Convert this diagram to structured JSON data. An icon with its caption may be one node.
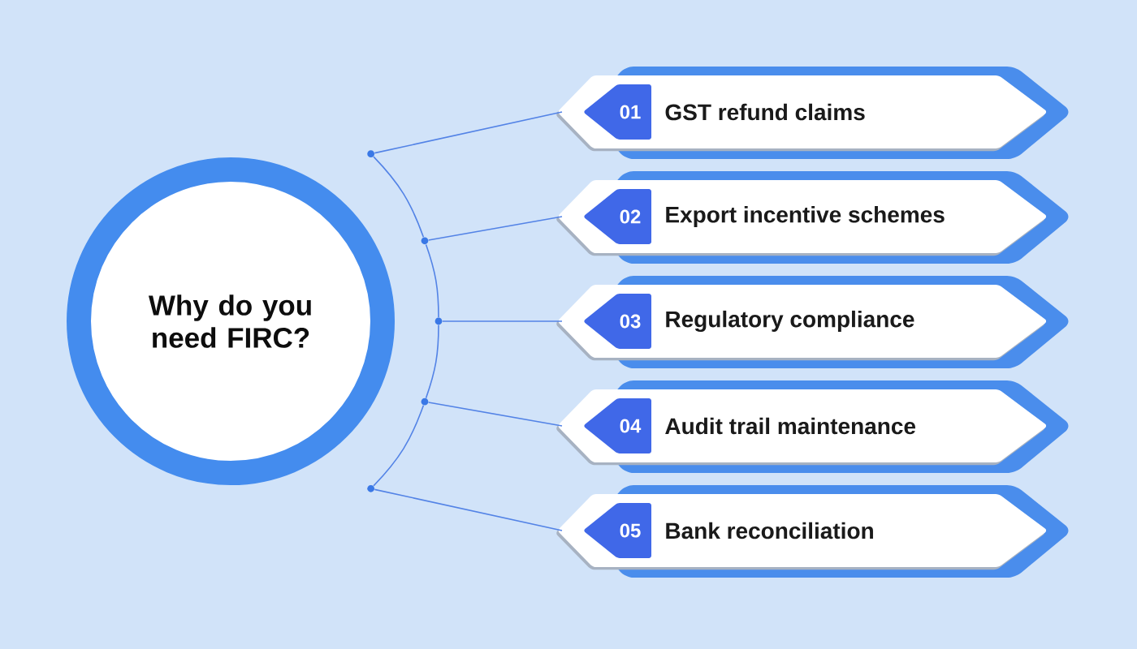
{
  "diagram": {
    "nodes": [
      {
        "text": [
          "Why do you need FIRC?"
        ]
      },
      {
        "text": [],
        "shape": "circle"
      },
      {
        "text": [],
        "shape": "circle"
      },
      {
        "text": [],
        "shape": "circle"
      },
      {
        "text": [],
        "shape": "circle"
      },
      {
        "text": [],
        "shape": "circle"
      },
      {
        "text": [
          "01",
          "GST refund claims"
        ]
      },
      {
        "text": [
          "02",
          "Export incentive schemes"
        ]
      },
      {
        "text": [
          "03",
          "Regulatory compliance"
        ]
      },
      {
        "text": [
          "04",
          "Audit trail maintenance"
        ]
      },
      {
        "text": [
          "05",
          "Bank reconciliation"
        ]
      }
    ],
    "edges": [
      {
        "from": 1,
        "to": 2,
        "arrow": "none"
      },
      {
        "from": 2,
        "to": 3,
        "arrow": "none"
      },
      {
        "from": 3,
        "to": 4,
        "arrow": "none"
      },
      {
        "from": 4,
        "to": 5,
        "arrow": "none"
      },
      {
        "from": 1,
        "to": 6,
        "arrow": "none"
      },
      {
        "from": 2,
        "to": 7,
        "arrow": "none"
      },
      {
        "from": 3,
        "to": 8,
        "arrow": "none"
      },
      {
        "from": 4,
        "to": 9,
        "arrow": "none"
      },
      {
        "from": 5,
        "to": 10,
        "arrow": "none"
      }
    ]
  }
}
